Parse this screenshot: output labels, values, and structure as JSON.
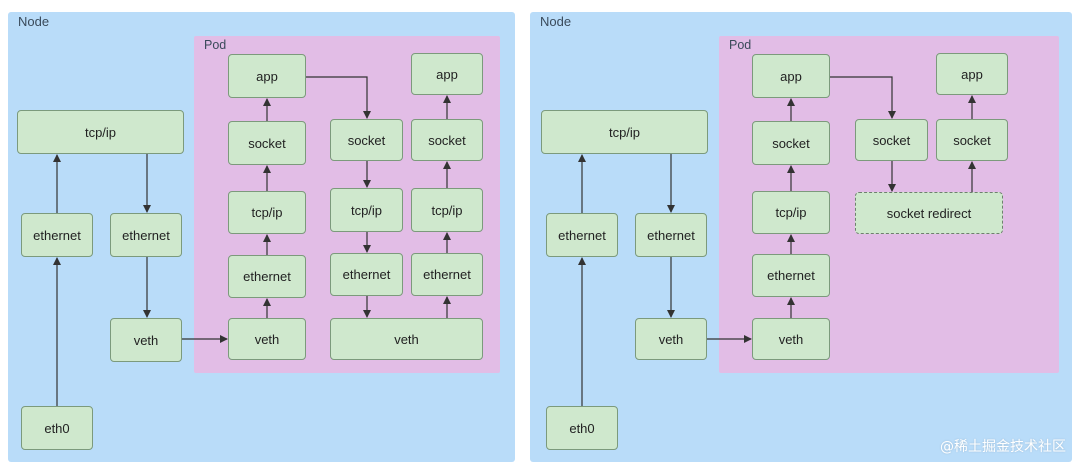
{
  "left_panel": {
    "node_label": "Node",
    "pod_label": "Pod",
    "host": {
      "tcpip": "tcp/ip",
      "ethernet_in": "ethernet",
      "ethernet_out": "ethernet",
      "veth": "veth",
      "eth0": "eth0"
    },
    "pod": {
      "app1": "app",
      "app2": "app",
      "socket1": "socket",
      "socket2": "socket",
      "socket3": "socket",
      "tcpip1": "tcp/ip",
      "tcpip2": "tcp/ip",
      "tcpip3": "tcp/ip",
      "ethernet1": "ethernet",
      "ethernet2": "ethernet",
      "ethernet3": "ethernet",
      "veth1": "veth",
      "veth2": "veth"
    }
  },
  "right_panel": {
    "node_label": "Node",
    "pod_label": "Pod",
    "host": {
      "tcpip": "tcp/ip",
      "ethernet_in": "ethernet",
      "ethernet_out": "ethernet",
      "veth": "veth",
      "eth0": "eth0"
    },
    "pod": {
      "app1": "app",
      "app2": "app",
      "socket1": "socket",
      "socket2": "socket",
      "socket3": "socket",
      "tcpip1": "tcp/ip",
      "ethernet1": "ethernet",
      "veth1": "veth",
      "socket_redirect": "socket redirect"
    }
  },
  "watermark": "@稀土掘金技术社区",
  "colors": {
    "node_bg": "#b9dcf9",
    "pod_bg": "#e2bde6",
    "box_fill": "#cfe8cd",
    "box_border": "#7c9a7c",
    "arrow": "#333333"
  }
}
